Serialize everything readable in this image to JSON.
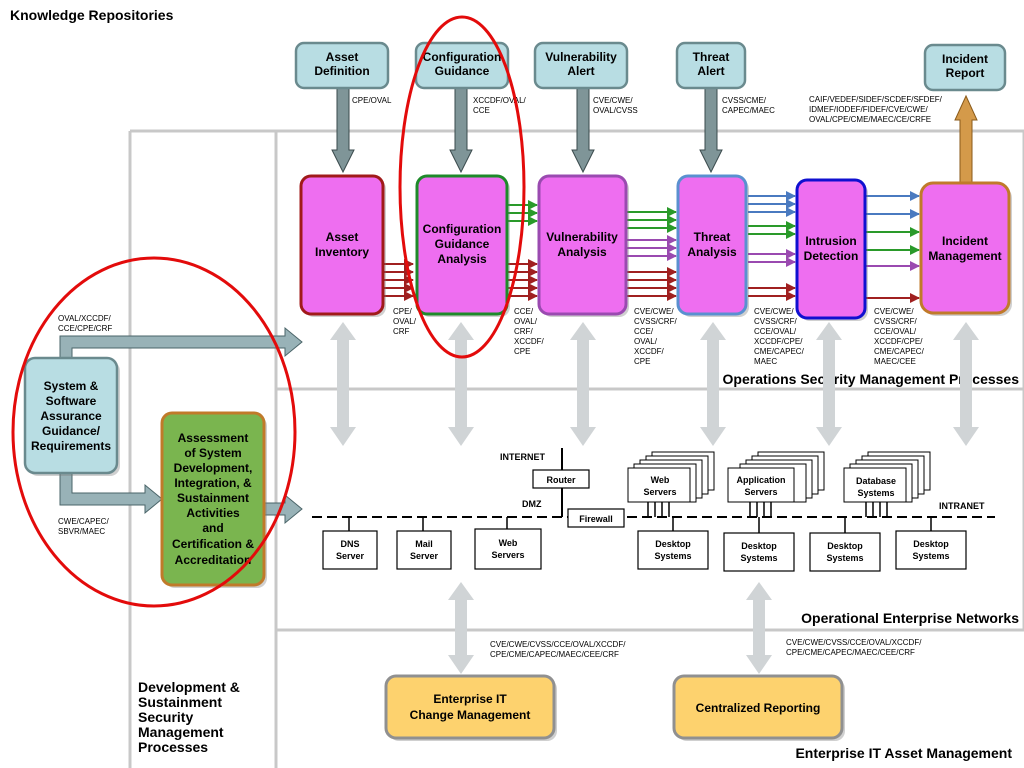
{
  "title": "Knowledge Repositories",
  "sources": [
    {
      "id": "asset-definition",
      "lines": [
        "Asset",
        "Definition"
      ],
      "note": [
        "CPE/OVAL"
      ]
    },
    {
      "id": "configuration-guidance",
      "lines": [
        "Configuration",
        "Guidance"
      ],
      "note": [
        "XCCDF/OVAL/",
        "CCE"
      ]
    },
    {
      "id": "vulnerability-alert",
      "lines": [
        "Vulnerability",
        "Alert"
      ],
      "note": [
        "CVE/CWE/",
        "OVAL/CVSS"
      ]
    },
    {
      "id": "threat-alert",
      "lines": [
        "Threat",
        "Alert"
      ],
      "note": [
        "CVSS/CME/",
        "CAPEC/MAEC"
      ]
    },
    {
      "id": "incident-report",
      "lines": [
        "Incident",
        "Report"
      ],
      "note": [
        "CAIF/VEDEF/SIDEF/SCDEF/SFDEF/",
        "IDMEF/IODEF/FIDEF/CVE/CWE/",
        "OVAL/CPE/CME/MAEC/CE/CRFE"
      ]
    }
  ],
  "processes": [
    {
      "id": "asset-inventory",
      "lines": [
        "Asset",
        "Inventory"
      ],
      "note": [
        "CPE/",
        "OVAL/",
        "CRF"
      ]
    },
    {
      "id": "configuration-guidance-analysis",
      "lines": [
        "Configuration",
        "Guidance",
        "Analysis"
      ],
      "note": [
        "CCE/",
        "OVAL/",
        "CRF/",
        "XCCDF/",
        "CPE"
      ]
    },
    {
      "id": "vulnerability-analysis",
      "lines": [
        "Vulnerability",
        "Analysis"
      ],
      "note": [
        "CVE/CWE/",
        "CVSS/CRF/",
        "CCE/",
        "OVAL/",
        "XCCDF/",
        "CPE"
      ]
    },
    {
      "id": "threat-analysis",
      "lines": [
        "Threat",
        "Analysis"
      ],
      "note": [
        "CVE/CWE/",
        "CVSS/CRF/",
        "CCE/OVAL/",
        "XCCDF/CPE/",
        "CME/CAPEC/",
        "MAEC"
      ]
    },
    {
      "id": "intrusion-detection",
      "lines": [
        "Intrusion",
        "Detection"
      ],
      "note": [
        "CVE/CWE/",
        "CVSS/CRF/",
        "CCE/OVAL/",
        "XCCDF/CPE/",
        "CME/CAPEC/",
        "MAEC/CEE"
      ]
    },
    {
      "id": "incident-management",
      "lines": [
        "Incident",
        "Management"
      ],
      "note": []
    }
  ],
  "ssa": {
    "lines": [
      "System &",
      "Software",
      "Assurance",
      "Guidance/",
      "Requirements"
    ],
    "note_top": [
      "OVAL/XCCDF/",
      "CCE/CPE/CRF"
    ],
    "note_bottom": [
      "CWE/CAPEC/",
      "SBVR/MAEC"
    ]
  },
  "assessment": {
    "lines": [
      "Assessment",
      "of System",
      "Development,",
      "Integration, &",
      "Sustainment",
      "Activities",
      "and",
      "Certification &",
      "Accreditation"
    ]
  },
  "sections": {
    "ops": "Operations Security Management Processes",
    "networks": "Operational Enterprise Networks",
    "asset_mgmt": "Enterprise IT Asset Management",
    "dev": [
      "Development &",
      "Sustainment",
      "Security",
      "Management",
      "Processes"
    ]
  },
  "network": {
    "internet": "INTERNET",
    "router": "Router",
    "dmz": "DMZ",
    "firewall": "Firewall",
    "intranet": "INTRANET",
    "dmz_servers": [
      [
        "DNS",
        "Server"
      ],
      [
        "Mail",
        "Server"
      ],
      [
        "Web",
        "Servers"
      ]
    ],
    "stacks": [
      [
        "Web",
        "Servers"
      ],
      [
        "Application",
        "Servers"
      ],
      [
        "Database",
        "Systems"
      ]
    ],
    "desktop": [
      "Desktop",
      "Systems"
    ]
  },
  "bottom": {
    "change_mgmt": [
      "Enterprise IT",
      "Change Management"
    ],
    "central_reporting": [
      "Centralized Reporting"
    ],
    "note_left": [
      "CVE/CWE/CVSS/CCE/OVAL/XCCDF/",
      "CPE/CME/CAPEC/MAEC/CEE/CRF"
    ],
    "note_right": [
      "CVE/CWE/CVSS/CCE/OVAL/XCCDF/",
      "CPE/CME/CAPEC/MAEC/CEE/CRF"
    ]
  },
  "colors": {
    "source_fill": "#b8dde3",
    "process_fill": "#ee6ef0",
    "assessment_fill": "#7ab54f",
    "bottom_fill": "#fdd26e",
    "highlight": "#e30b0b"
  }
}
